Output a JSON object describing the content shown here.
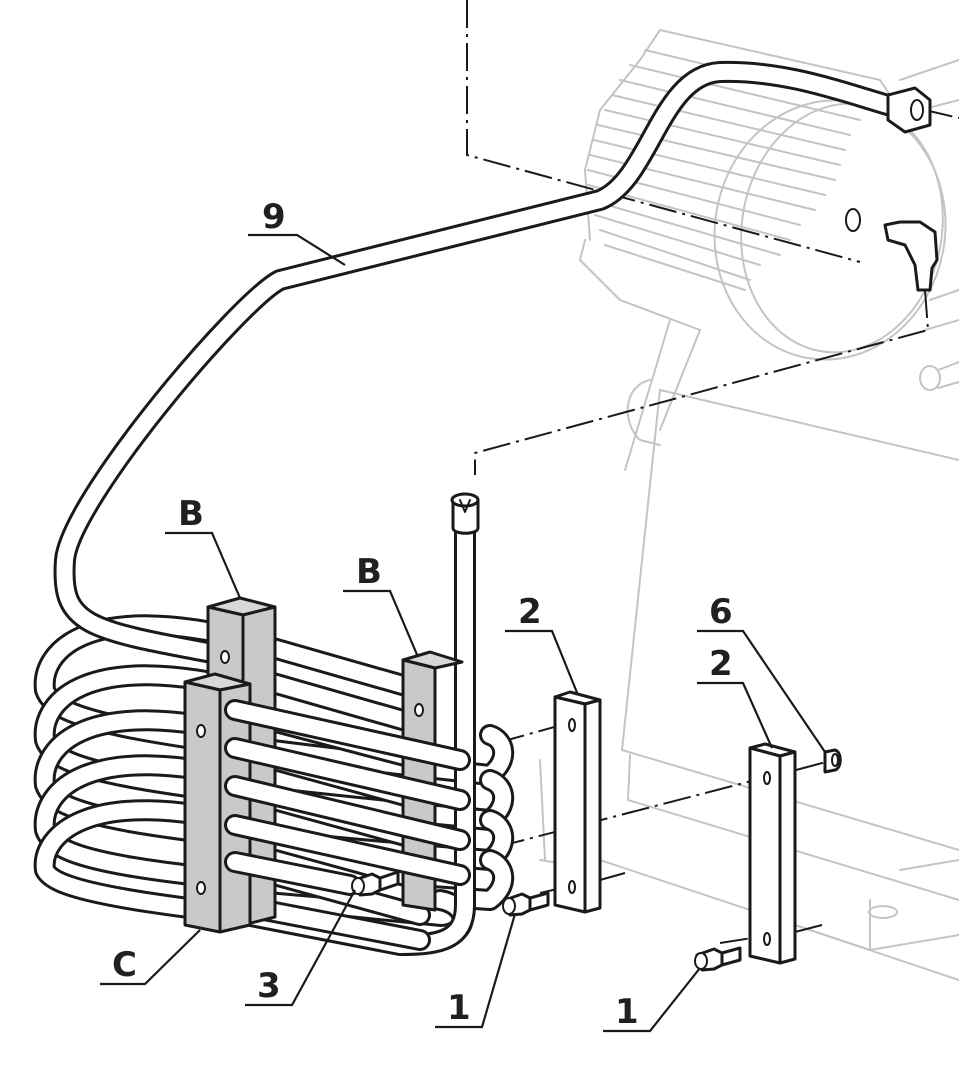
{
  "figure": {
    "type": "exploded-assembly-drawing",
    "subject": "coil cooler mounted to compressor"
  },
  "callouts": [
    {
      "id": "9",
      "label": "9",
      "target": "pipe"
    },
    {
      "id": "B1",
      "label": "B",
      "target": "rear-clamp-block"
    },
    {
      "id": "B2",
      "label": "B",
      "target": "right-clamp-block"
    },
    {
      "id": "C",
      "label": "C",
      "target": "front-clamp-block"
    },
    {
      "id": "3",
      "label": "3",
      "target": "clamp-screw"
    },
    {
      "id": "2a",
      "label": "2",
      "target": "mounting-bracket-left"
    },
    {
      "id": "2b",
      "label": "2",
      "target": "mounting-bracket-right"
    },
    {
      "id": "6",
      "label": "6",
      "target": "nut"
    },
    {
      "id": "1a",
      "label": "1",
      "target": "bracket-screw-left"
    },
    {
      "id": "1b",
      "label": "1",
      "target": "bracket-screw-right"
    }
  ],
  "colors": {
    "ink": "#1a1a1a",
    "background_part": "#c4c4c4",
    "clamp_block": "#c8c9cb"
  }
}
